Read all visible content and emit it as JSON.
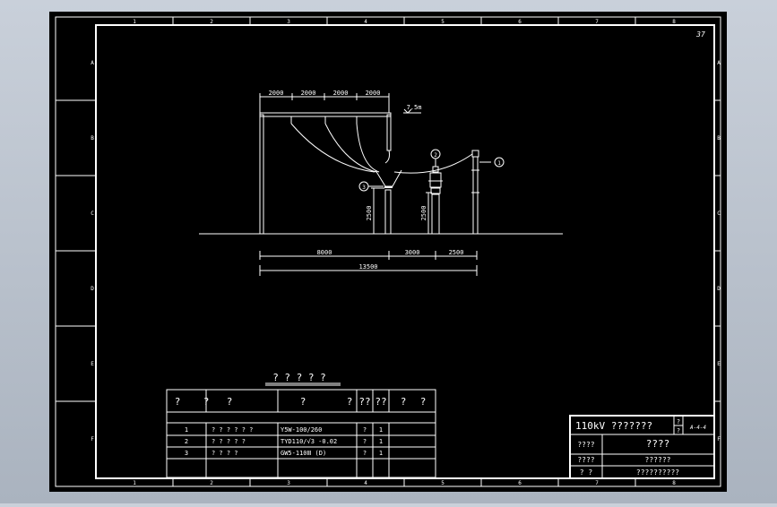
{
  "sheet": {
    "page_number": "37",
    "columns": [
      "1",
      "2",
      "3",
      "4",
      "5",
      "6",
      "7",
      "8"
    ],
    "rows": [
      "A",
      "B",
      "C",
      "D",
      "E",
      "F"
    ]
  },
  "drawing": {
    "dim_top": [
      "2000",
      "2000",
      "2000",
      "2000"
    ],
    "elevation": "7.5m",
    "dim_height_left": "2500",
    "dim_height_right": "2500",
    "dim_bottom": [
      "8000",
      "3000",
      "2500"
    ],
    "dim_total": "13500",
    "callouts": [
      "1",
      "2",
      "3"
    ]
  },
  "bom": {
    "title": "? ? ? ? ?",
    "headers": [
      "?",
      "?",
      "?",
      "?",
      "?",
      "??",
      "??",
      "?",
      "?"
    ],
    "rows": [
      {
        "no": "1",
        "name": "? ? ? ? ? ?",
        "model": "Y5W-100/260",
        "unit": "?",
        "qty": "1"
      },
      {
        "no": "2",
        "name": "? ? ? ? ?",
        "model": "TYD110/√3 -0.02",
        "unit": "?",
        "qty": "1"
      },
      {
        "no": "3",
        "name": "? ? ? ?",
        "model": "GW5-110Ⅲ (D)",
        "unit": "?",
        "qty": "1"
      }
    ]
  },
  "titleblock": {
    "title": "110kV ???????",
    "ratio_top": "?",
    "ratio_bottom": "?",
    "drawing_no": "A-4-4",
    "r1_label": "????",
    "r1_value": "????",
    "r2_label": "????",
    "r2_value": "??????",
    "r3_label": "?  ?",
    "r3_value": "??????????"
  },
  "colors": {
    "paper": "#000000",
    "frame": "#ffffff",
    "outer_bg": "#b8c0cb"
  }
}
